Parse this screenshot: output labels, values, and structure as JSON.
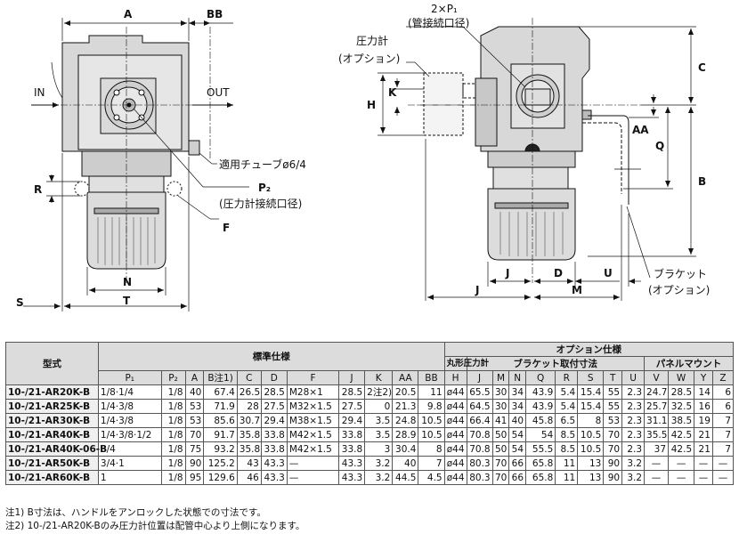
{
  "drawing": {
    "left_view": {
      "dim_A": "A",
      "dim_BB": "BB",
      "in_label": "IN",
      "out_label": "OUT",
      "tube_label": "適用チューブø6/4",
      "p2_label": "P₂",
      "p2_sub": "(圧力計接続口径)",
      "dim_R": "R",
      "dim_F": "F",
      "dim_N": "N",
      "dim_S": "S",
      "dim_T": "T"
    },
    "right_view": {
      "p1_label": "2×P₁",
      "p1_sub": "(管接続口径)",
      "gauge_label": "圧力計",
      "gauge_sub": "(オプション)",
      "dim_H": "H",
      "dim_K": "K",
      "dim_C": "C",
      "dim_AA": "AA",
      "dim_Q": "Q",
      "dim_B": "B",
      "dim_J_inner": "J",
      "dim_D": "D",
      "dim_U": "U",
      "dim_J_outer": "J",
      "dim_M": "M",
      "bracket_label": "ブラケット",
      "bracket_sub": "(オプション)"
    }
  },
  "table": {
    "header_model": "型式",
    "header_standard": "標準仕様",
    "header_option": "オプション仕様",
    "header_gauge": "丸形圧力計",
    "header_bracket": "ブラケット取付寸法",
    "header_panel": "パネルマウント",
    "columns": [
      "P₁",
      "P₂",
      "A",
      "B注1)",
      "C",
      "D",
      "F",
      "J",
      "K",
      "AA",
      "BB",
      "H",
      "J",
      "M",
      "N",
      "Q",
      "R",
      "S",
      "T",
      "U",
      "V",
      "W",
      "Y",
      "Z"
    ],
    "rows": [
      [
        "10-/21-AR20K-B",
        "1/8·1/4",
        "1/8",
        "40",
        "67.4",
        "26.5",
        "28.5",
        "M28×1",
        "28.5",
        "2注2)",
        "20.5",
        "11",
        "ø44",
        "65.5",
        "30",
        "34",
        "43.9",
        "5.4",
        "15.4",
        "55",
        "2.3",
        "24.7",
        "28.5",
        "14",
        "6"
      ],
      [
        "10-/21-AR25K-B",
        "1/4·3/8",
        "1/8",
        "53",
        "71.9",
        "28",
        "27.5",
        "M32×1.5",
        "27.5",
        "0",
        "21.3",
        "9.8",
        "ø44",
        "64.5",
        "30",
        "34",
        "43.9",
        "5.4",
        "15.4",
        "55",
        "2.3",
        "25.7",
        "32.5",
        "16",
        "6"
      ],
      [
        "10-/21-AR30K-B",
        "1/4·3/8",
        "1/8",
        "53",
        "85.6",
        "30.7",
        "29.4",
        "M38×1.5",
        "29.4",
        "3.5",
        "24.8",
        "10.5",
        "ø44",
        "66.4",
        "41",
        "40",
        "45.8",
        "6.5",
        "8",
        "53",
        "2.3",
        "31.1",
        "38.5",
        "19",
        "7"
      ],
      [
        "10-/21-AR40K-B",
        "1/4·3/8·1/2",
        "1/8",
        "70",
        "91.7",
        "35.8",
        "33.8",
        "M42×1.5",
        "33.8",
        "3.5",
        "28.9",
        "10.5",
        "ø44",
        "70.8",
        "50",
        "54",
        "54",
        "8.5",
        "10.5",
        "70",
        "2.3",
        "35.5",
        "42.5",
        "21",
        "7"
      ],
      [
        "10-/21-AR40K-06-B",
        "3/4",
        "1/8",
        "75",
        "93.2",
        "35.8",
        "33.8",
        "M42×1.5",
        "33.8",
        "3",
        "30.4",
        "8",
        "ø44",
        "70.8",
        "50",
        "54",
        "55.5",
        "8.5",
        "10.5",
        "70",
        "2.3",
        "37",
        "42.5",
        "21",
        "7"
      ],
      [
        "10-/21-AR50K-B",
        "3/4·1",
        "1/8",
        "90",
        "125.2",
        "43",
        "43.3",
        "—",
        "43.3",
        "3.2",
        "40",
        "7",
        "ø44",
        "80.3",
        "70",
        "66",
        "65.8",
        "11",
        "13",
        "90",
        "3.2",
        "—",
        "—",
        "—",
        "—"
      ],
      [
        "10-/21-AR60K-B",
        "1",
        "1/8",
        "95",
        "129.6",
        "46",
        "43.3",
        "—",
        "43.3",
        "3.2",
        "44.5",
        "4.5",
        "ø44",
        "80.3",
        "70",
        "66",
        "65.8",
        "11",
        "13",
        "90",
        "3.2",
        "—",
        "—",
        "—",
        "—"
      ]
    ]
  },
  "notes": [
    "注1) B寸法は、ハンドルをアンロックした状態での寸法です。",
    "注2) 10-/21-AR20K-Bのみ圧力計位置は配管中心より上側になります。"
  ]
}
